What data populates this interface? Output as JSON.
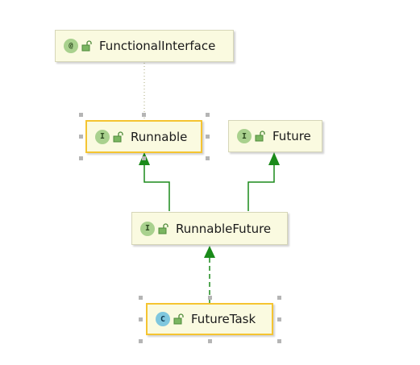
{
  "diagram": {
    "nodes": [
      {
        "id": "functional-interface",
        "name": "FunctionalInterface",
        "kind": "annotation",
        "kind_letter": "@",
        "selected": false
      },
      {
        "id": "runnable",
        "name": "Runnable",
        "kind": "interface",
        "kind_letter": "I",
        "selected": true
      },
      {
        "id": "future",
        "name": "Future",
        "kind": "interface",
        "kind_letter": "I",
        "selected": false
      },
      {
        "id": "runnable-future",
        "name": "RunnableFuture",
        "kind": "interface",
        "kind_letter": "I",
        "selected": false
      },
      {
        "id": "future-task",
        "name": "FutureTask",
        "kind": "class",
        "kind_letter": "C",
        "selected": true
      }
    ],
    "edges": [
      {
        "from": "runnable",
        "to": "functional-interface",
        "style": "annotation-dotted"
      },
      {
        "from": "runnable-future",
        "to": "runnable",
        "style": "extends-solid"
      },
      {
        "from": "runnable-future",
        "to": "future",
        "style": "extends-solid"
      },
      {
        "from": "future-task",
        "to": "runnable-future",
        "style": "implements-dashed"
      }
    ],
    "icons": {
      "visibility": "unlock-icon"
    },
    "colors": {
      "node_fill": "#fafae0",
      "node_border": "#d6d6b8",
      "selected_border": "#f5c431",
      "edge_green": "#1a8a1a",
      "dotted_edge": "#a8a878",
      "interface_icon": "#a9d18e",
      "class_icon": "#7fc7de",
      "handle": "#b5b5b5"
    }
  }
}
